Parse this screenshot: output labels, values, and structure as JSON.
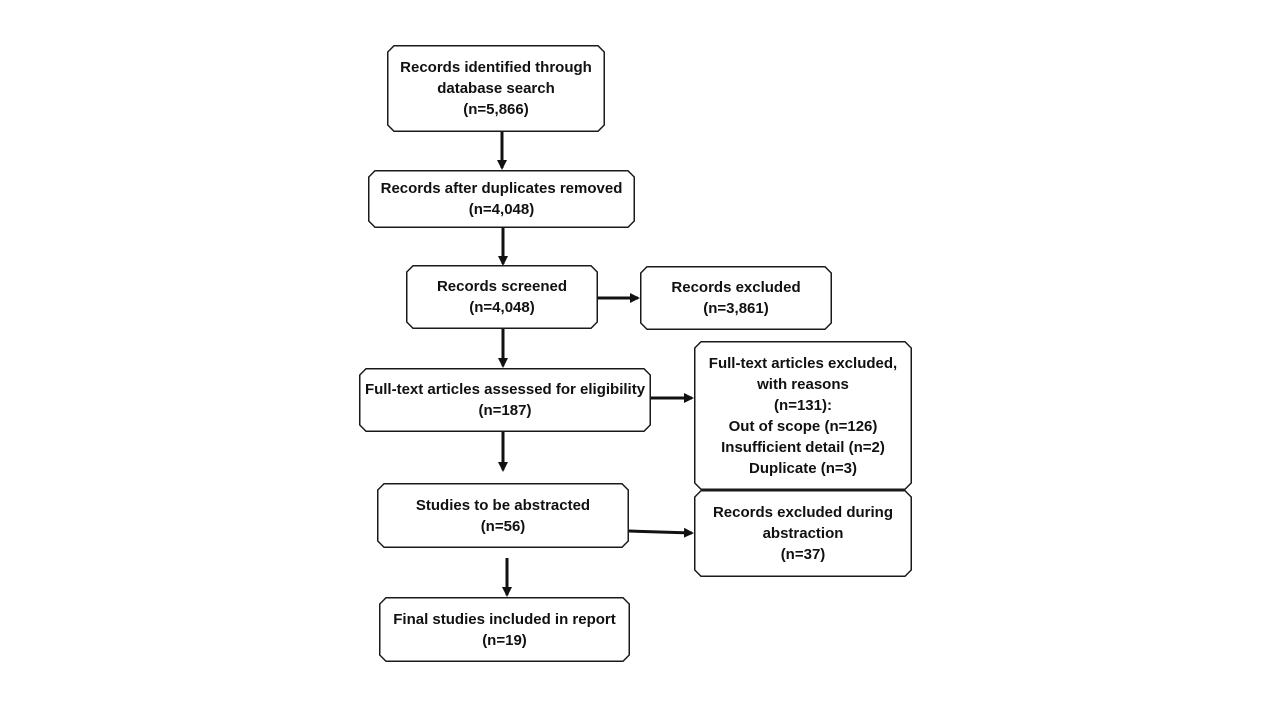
{
  "flow": {
    "identified": {
      "label_line1": "Records identified through",
      "label_line2": "database search",
      "count": "(n=5,866)"
    },
    "deduplicated": {
      "label": "Records after duplicates removed",
      "count": "(n=4,048)"
    },
    "screened": {
      "label": "Records screened",
      "count": "(n=4,048)"
    },
    "screen_excluded": {
      "label": "Records excluded",
      "count": "(n=3,861)"
    },
    "fulltext": {
      "label": "Full-text articles assessed for eligibility",
      "count": "(n=187)"
    },
    "fulltext_excluded": {
      "label_line1": "Full-text articles excluded,",
      "label_line2": "with reasons",
      "count": "(n=131):",
      "reasons": [
        "Out of scope (n=126)",
        "Insufficient detail (n=2)",
        "Duplicate (n=3)"
      ]
    },
    "abstracted": {
      "label": "Studies to be abstracted",
      "count": "(n=56)"
    },
    "abstraction_excluded": {
      "label_line1": "Records excluded during",
      "label_line2": "abstraction",
      "count": "(n=37)"
    },
    "final": {
      "label": "Final studies included in report",
      "count": "(n=19)"
    }
  },
  "colors": {
    "stroke": "#1a1a1a",
    "background": "#ffffff",
    "text": "#111111"
  }
}
